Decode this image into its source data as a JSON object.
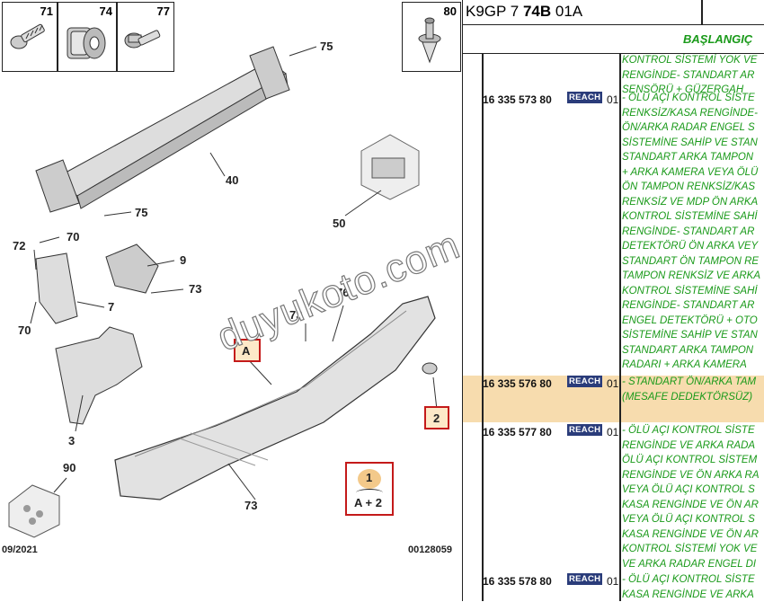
{
  "diagram": {
    "thumbnails": [
      {
        "id": "71",
        "label": "71"
      },
      {
        "id": "74",
        "label": "74"
      },
      {
        "id": "77",
        "label": "77"
      },
      {
        "id": "80",
        "label": "80"
      }
    ],
    "callouts": {
      "c75a": "75",
      "c75b": "75",
      "c40": "40",
      "c50": "50",
      "c72": "72",
      "c70a": "70",
      "c70b": "70",
      "c7": "7",
      "c9": "9",
      "c73a": "73",
      "c73b": "73",
      "c73c": "73",
      "c76": "76",
      "c3": "3",
      "c90": "90",
      "c2": "2",
      "cA": "A"
    },
    "legend": {
      "top": "1",
      "bottom": "A + 2"
    },
    "date": "09/2021",
    "ref": "00128059",
    "watermark": "duyukoto.com"
  },
  "panel": {
    "header": {
      "prefix": "K9GP 7 ",
      "bold": "74B",
      "suffix": " 01A"
    },
    "sub_label": "BAŞLANGIÇ",
    "rows": [
      {
        "pn": "",
        "reach": "",
        "qty": "",
        "lines": [
          "KONTROL SİSTEMİ YOK VE",
          "RENGİNDE- STANDART AR",
          "SENSÖRÜ + GÜZERGAH"
        ]
      },
      {
        "pn": "16 335 573 80",
        "reach": "REACH",
        "qty": "01",
        "lines": [
          "- ÖLÜ AÇI KONTROL SİSTE",
          "RENKSİZ/KASA RENGİNDE-",
          "ÖN/ARKA RADAR ENGEL S",
          "SİSTEMİNE SAHİP VE STAN",
          "STANDART ARKA TAMPON",
          "+ ARKA KAMERA VEYA ÖLÜ",
          "ÖN TAMPON RENKSİZ/KAS",
          "RENKSİZ VE MDP ÖN ARKA",
          "KONTROL SİSTEMİNE SAHİ",
          "RENGİNDE- STANDART AR",
          "DETEKTÖRÜ ÖN ARKA VEY",
          "STANDART ÖN TAMPON RE",
          "TAMPON RENKSİZ VE ARKA",
          "KONTROL SİSTEMİNE SAHİ",
          "RENGİNDE- STANDART AR",
          "ENGEL DETEKTÖRÜ + OTO",
          "SİSTEMİNE SAHİP VE STAN",
          "STANDART ARKA TAMPON",
          "RADARI + ARKA KAMERA"
        ]
      },
      {
        "pn": "16 335 576 80",
        "reach": "REACH",
        "qty": "01",
        "lines": [
          "- STANDART ÖN/ARKA TAM",
          "(MESAFE DEDEKTÖRSÜZ)"
        ]
      },
      {
        "pn": "16 335 577 80",
        "reach": "REACH",
        "qty": "01",
        "lines": [
          "- ÖLÜ AÇI KONTROL SİSTE",
          "RENGİNDE VE ARKA RADA",
          "ÖLÜ AÇI KONTROL SİSTEM",
          "RENGİNDE VE ÖN ARKA RA",
          "VEYA ÖLÜ AÇI KONTROL S",
          "KASA RENGİNDE VE ÖN AR",
          "VEYA ÖLÜ AÇI KONTROL S",
          "KASA RENGİNDE VE ÖN AR",
          "KONTROL SİSTEMİ YOK VE",
          "VE ARKA RADAR ENGEL DI"
        ]
      },
      {
        "pn": "16 335 578 80",
        "reach": "REACH",
        "qty": "01",
        "lines": [
          "- ÖLÜ AÇI KONTROL SİSTE",
          "KASA RENGİNDE VE ARKA"
        ]
      }
    ]
  }
}
